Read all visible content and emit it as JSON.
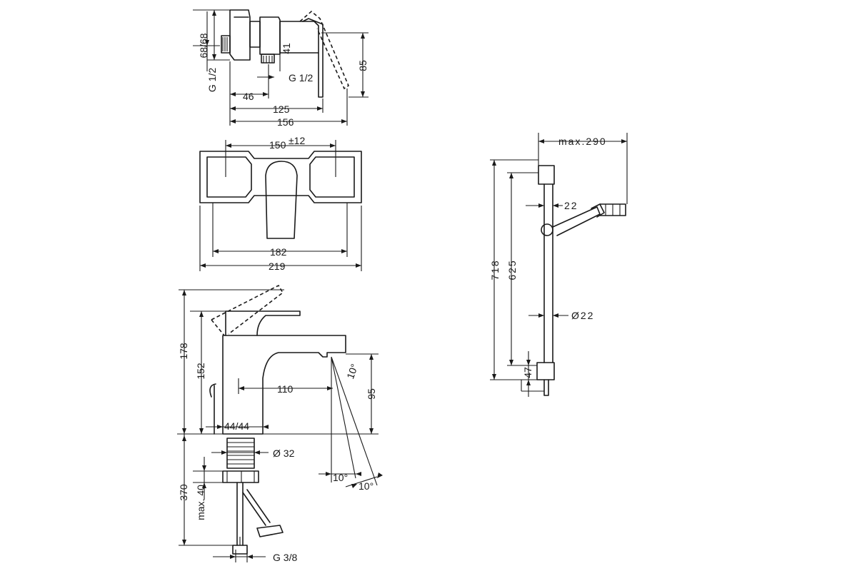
{
  "colors": {
    "line": "#1a1a1a",
    "background": "#ffffff"
  },
  "wall_mixer_side": {
    "labels": {
      "height": "68/68",
      "thread_left": "G 1/2",
      "d41": "41",
      "thread_right": "G 1/2",
      "d85": "85",
      "d46": "46",
      "d125": "125",
      "d156": "156"
    }
  },
  "wall_mixer_front": {
    "labels": {
      "d150": "150",
      "tol": "±12",
      "d182": "182",
      "d219": "219"
    }
  },
  "basin_mixer": {
    "labels": {
      "h178": "178",
      "h152": "152",
      "d110": "110",
      "angle_top": "10°",
      "h95": "95",
      "hex": "44/44",
      "dia32": "Ø 32",
      "angle_a": "10°",
      "angle_b": "10°",
      "h370": "370",
      "max40": "max. 40",
      "thread_bottom": "G 3/8"
    }
  },
  "shower_rail": {
    "labels": {
      "max290": "max.290",
      "d22": "22",
      "h718": "718",
      "h625": "625",
      "dia22": "Ø22",
      "h47": "47"
    }
  }
}
